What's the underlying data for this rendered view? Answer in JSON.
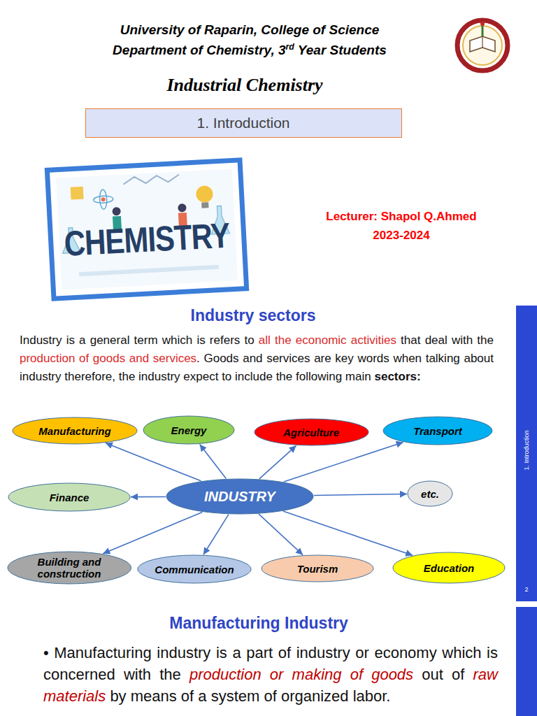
{
  "diagram": {
    "nodes": [
      {
        "text": [
          "1. Introduction"
        ]
      },
      {
        "text": [
          "Manufacturing"
        ]
      },
      {
        "text": [
          "Energy"
        ]
      },
      {
        "text": [
          "Agriculture"
        ]
      },
      {
        "text": [
          "Transport"
        ]
      },
      {
        "text": [
          "Finance"
        ]
      },
      {
        "text": [
          "INDUSTRY"
        ]
      },
      {
        "text": [
          "etc."
        ]
      },
      {
        "text": [
          "Building and construction"
        ]
      },
      {
        "text": [
          "Communication"
        ]
      },
      {
        "text": [
          "Tourism"
        ]
      },
      {
        "text": [
          "Education"
        ]
      }
    ],
    "edges": [
      {
        "from": 6,
        "to": 1,
        "arrow": "to"
      },
      {
        "from": 6,
        "to": 2,
        "arrow": "to"
      },
      {
        "from": 6,
        "to": 3,
        "arrow": "to"
      },
      {
        "from": 6,
        "to": 4,
        "arrow": "to"
      },
      {
        "from": 6,
        "to": 5,
        "arrow": "to"
      },
      {
        "from": 6,
        "to": 7,
        "arrow": "to"
      },
      {
        "from": 6,
        "to": 8,
        "arrow": "to"
      },
      {
        "from": 6,
        "to": 9,
        "arrow": "to"
      },
      {
        "from": 6,
        "to": 10,
        "arrow": "to"
      },
      {
        "from": 6,
        "to": 11,
        "arrow": "to"
      }
    ],
    "labels": [
      "University of Raparin, College of Science",
      "Department of Chemistry, 3",
      "rd",
      "Year Students",
      "Industrial Chemistry",
      "CHEMISTRY",
      "Lecturer: Shapol Q.Ahmed",
      "2023-2024",
      "Industry sectors",
      "Industry is a general term which is refers to",
      "all the economic activities",
      "that deal with the",
      "production of goods and services",
      ". Goods and services are key words when talking about industry therefore, the industry expect to include the following main",
      "sectors:",
      "Manufacturing Industry",
      "• Manufacturing industry is a part of industry or economy which is concerned with the",
      "production or making of goods",
      "out of",
      "raw materials",
      "by means of a system of organized labor.",
      "1. Introduction",
      "2"
    ]
  }
}
